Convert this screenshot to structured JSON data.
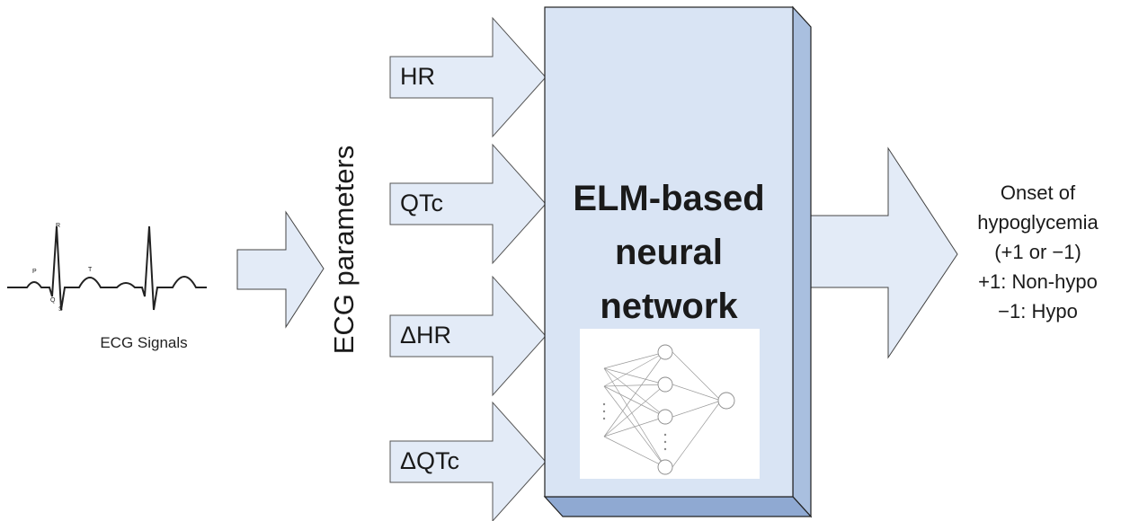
{
  "ecg": {
    "caption": "ECG Signals",
    "wave_labels": [
      "P",
      "T",
      "R",
      "Q",
      "S"
    ]
  },
  "axis_label": "ECG parameters",
  "inputs": [
    "HR",
    "QTc",
    "ΔHR",
    "ΔQTc"
  ],
  "model": {
    "title_lines": [
      "ELM-based",
      "neural",
      "network"
    ]
  },
  "output": {
    "lines": [
      "Onset of",
      "hypoglycemia",
      "(+1 or −1)",
      "+1: Non-hypo",
      "−1: Hypo"
    ]
  },
  "colors": {
    "arrow_fill": "#e3ebf7",
    "box_front": "#d9e4f4",
    "box_side": "#a9bfdf",
    "box_bottom": "#8fa9d2",
    "stroke": "#222222"
  }
}
